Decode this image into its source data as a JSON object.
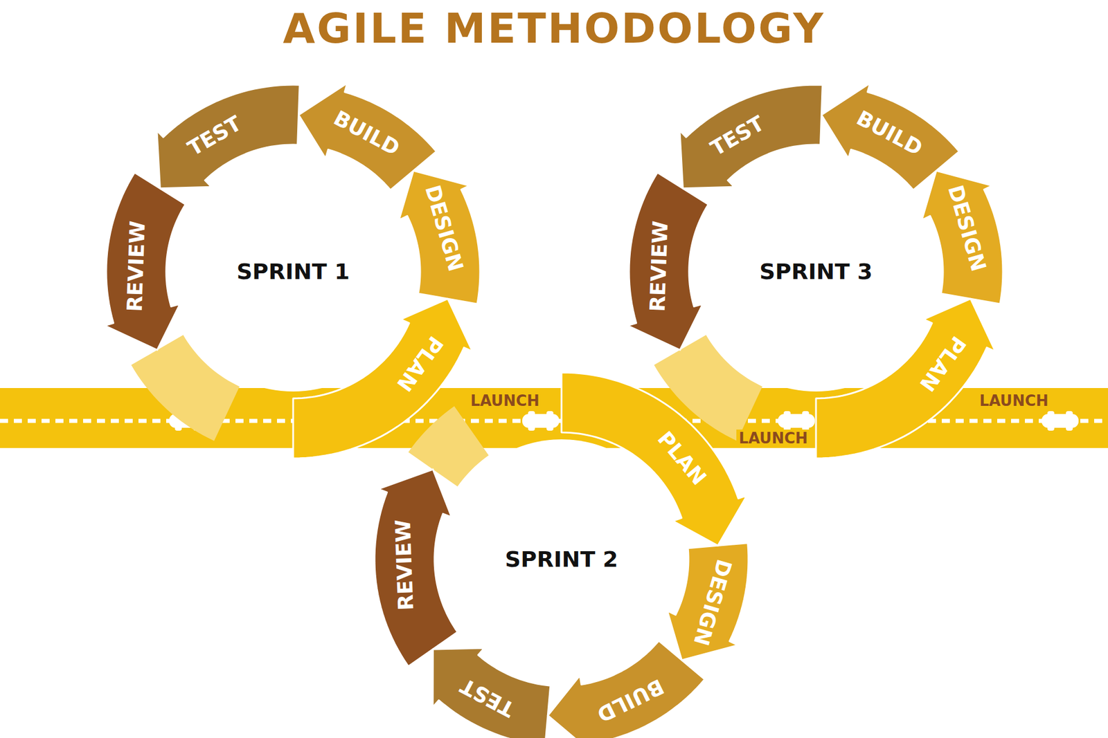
{
  "diagram": {
    "title": "AGILE METHODOLOGY",
    "nodes": [
      {
        "text": [
          "SPRINT 1"
        ]
      },
      {
        "text": [
          "PLAN"
        ]
      },
      {
        "text": [
          "DESIGN"
        ]
      },
      {
        "text": [
          "BUILD"
        ]
      },
      {
        "text": [
          "TEST"
        ]
      },
      {
        "text": [
          "REVIEW"
        ]
      },
      {
        "text": [
          "SPRINT 2"
        ]
      },
      {
        "text": [
          "PLAN"
        ]
      },
      {
        "text": [
          "DESIGN"
        ]
      },
      {
        "text": [
          "BUILD"
        ]
      },
      {
        "text": [
          "TEST"
        ]
      },
      {
        "text": [
          "REVIEW"
        ]
      },
      {
        "text": [
          "SPRINT 3"
        ]
      },
      {
        "text": [
          "PLAN"
        ]
      },
      {
        "text": [
          "DESIGN"
        ]
      },
      {
        "text": [
          "BUILD"
        ]
      },
      {
        "text": [
          "TEST"
        ]
      },
      {
        "text": [
          "REVIEW"
        ]
      }
    ],
    "labels": [
      "LAUNCH",
      "LAUNCH",
      "LAUNCH"
    ]
  }
}
